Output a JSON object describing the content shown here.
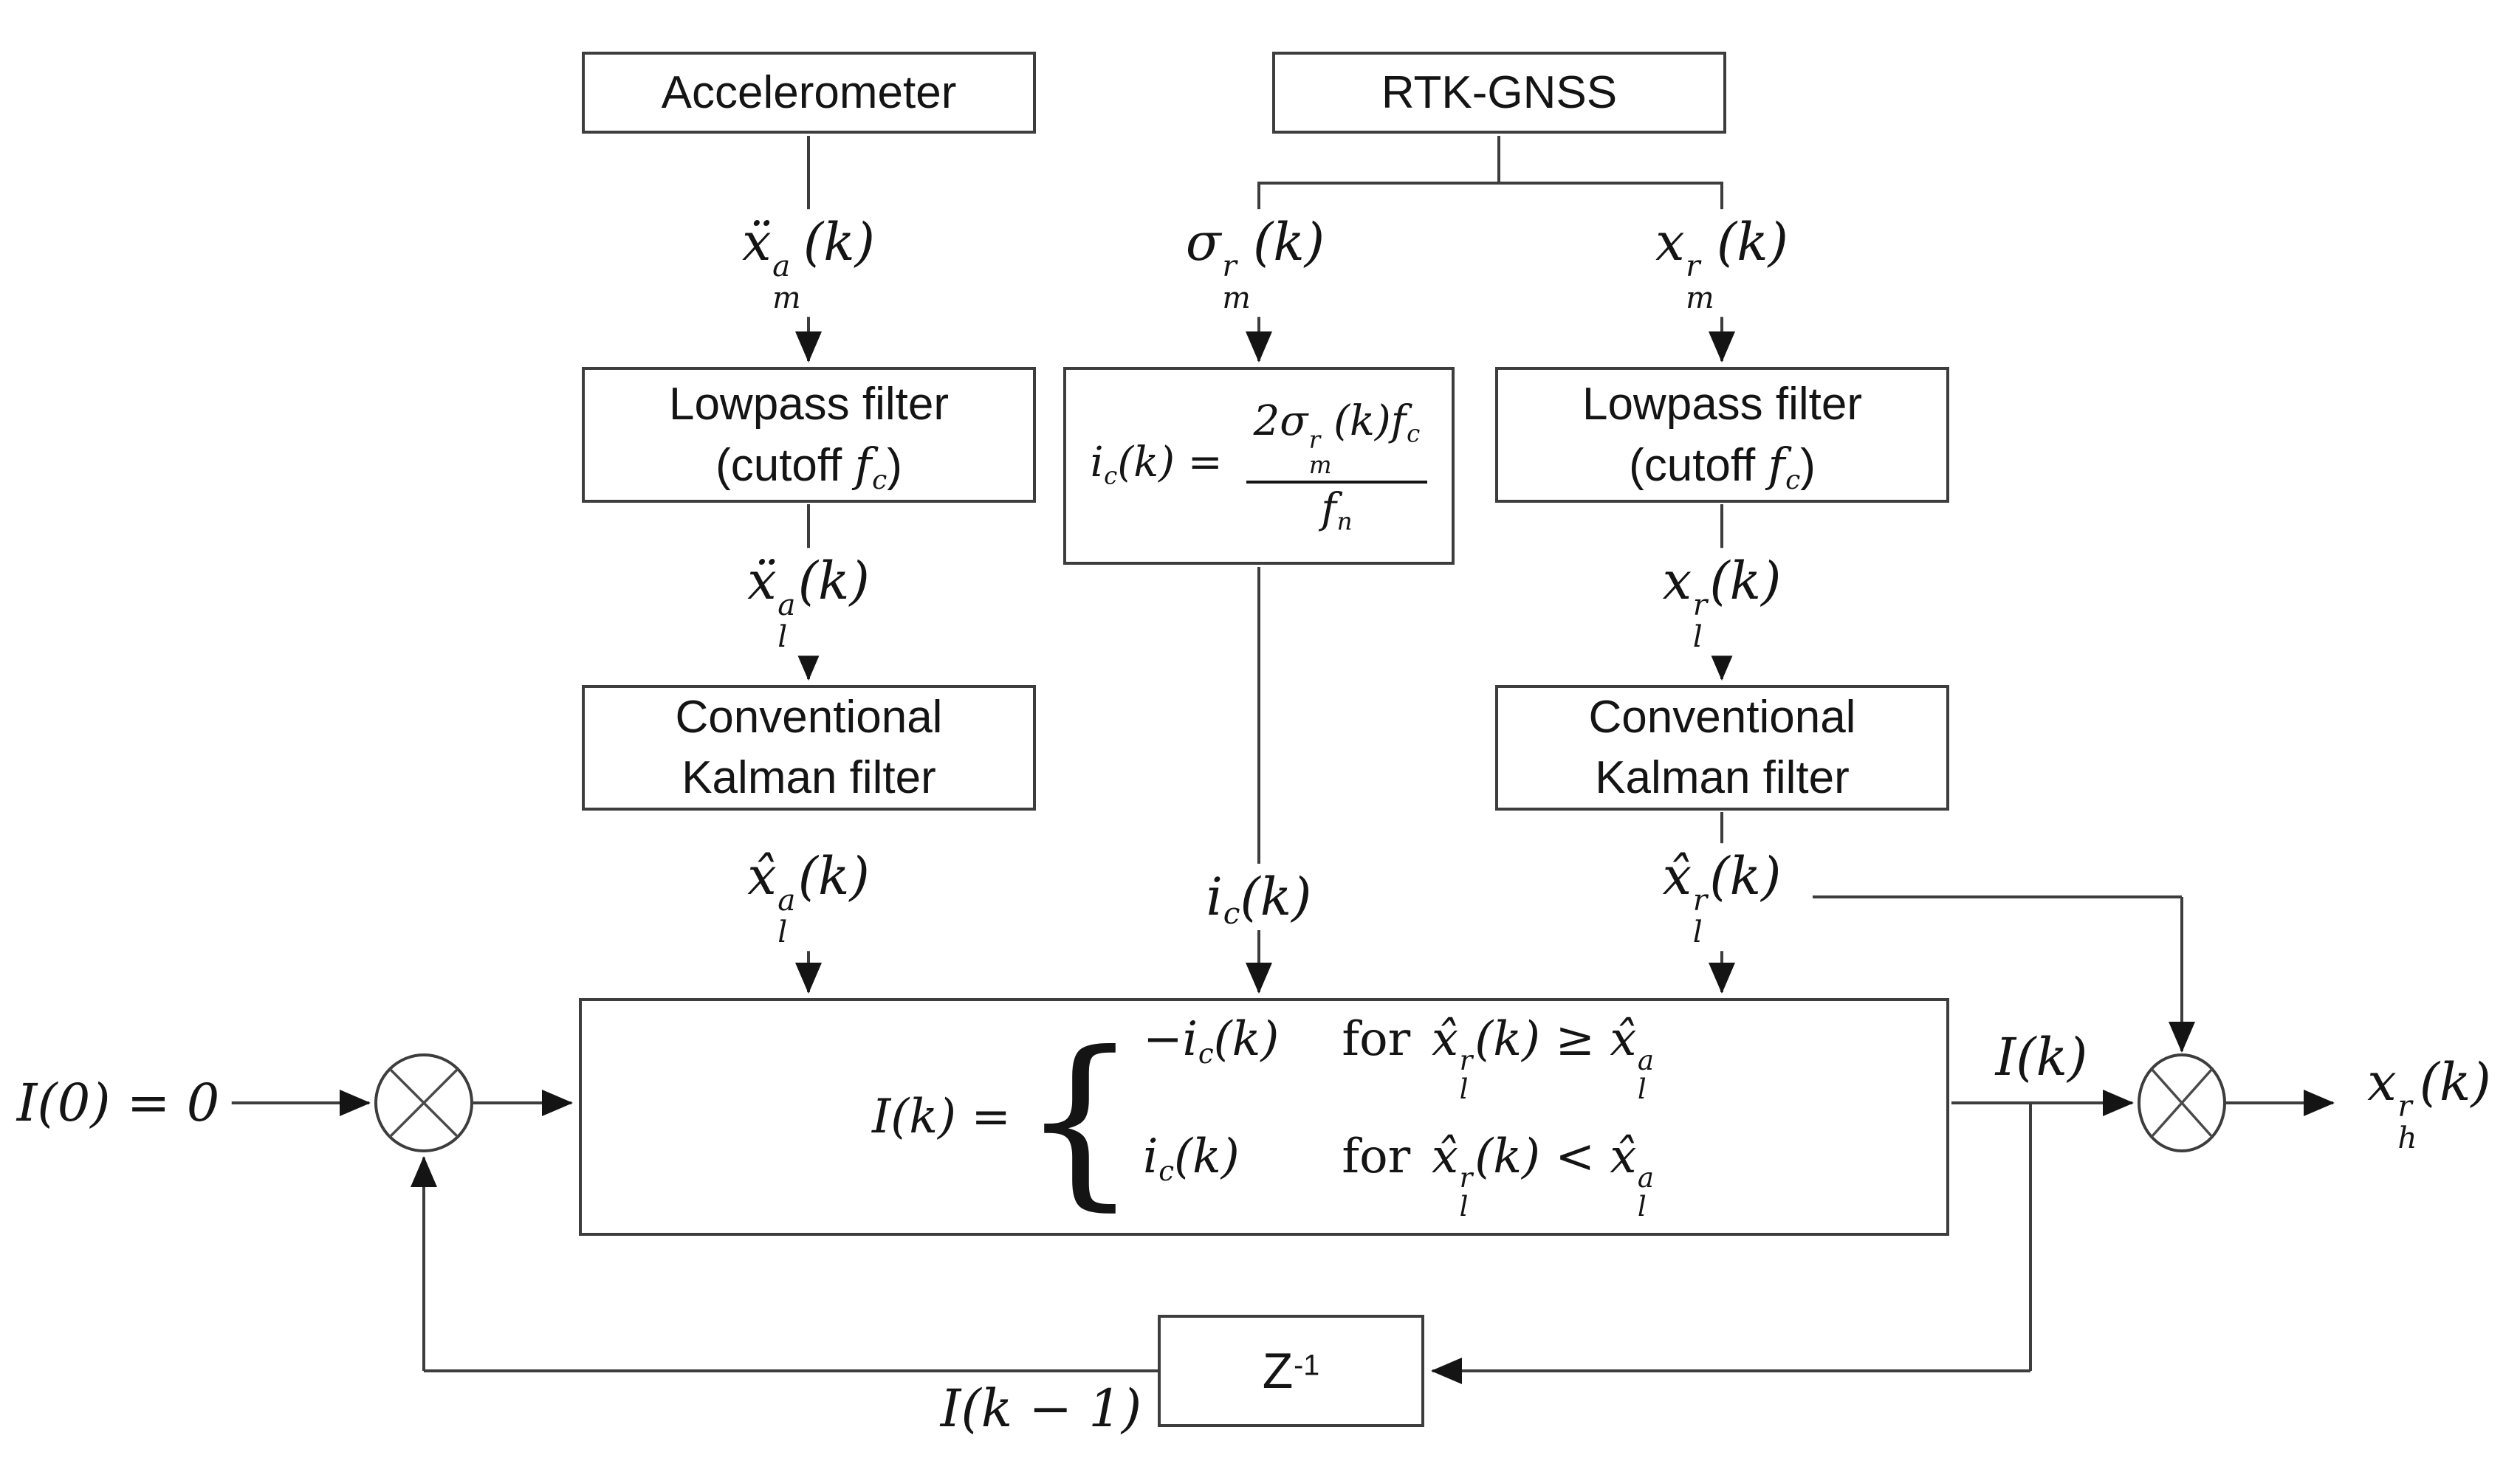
{
  "colors": {
    "line": "#3d3d3d",
    "border": "#3d3d3d",
    "text": "#141414",
    "background": "#ffffff"
  },
  "boxes": {
    "accelerometer": {
      "label": "Accelerometer"
    },
    "rtk_gnss": {
      "label": "RTK-GNSS"
    },
    "lowpass_left": {
      "line1": "Lowpass filter",
      "line2_math": [
        {
          "s": "(cutoff "
        },
        {
          "v": "f"
        },
        {
          "sub": "c"
        },
        {
          "s": ")"
        }
      ]
    },
    "lowpass_right": {
      "line1": "Lowpass filter",
      "line2_math": [
        {
          "s": "(cutoff "
        },
        {
          "v": "f"
        },
        {
          "sub": "c"
        },
        {
          "s": ")"
        }
      ]
    },
    "kalman_left": {
      "line1": "Conventional",
      "line2": "Kalman filter"
    },
    "kalman_right": {
      "line1": "Conventional",
      "line2": "Kalman filter"
    },
    "ic_formula": [
      {
        "v": "i"
      },
      {
        "sub": "c"
      },
      {
        "v": "(k) = "
      },
      {
        "frac": {
          "num": [
            {
              "v": "2σ"
            },
            {
              "ss": [
                "r",
                "m"
              ]
            },
            {
              "v": "(k)f"
            },
            {
              "sub": "c"
            }
          ],
          "den": [
            {
              "v": "f"
            },
            {
              "sub": "n"
            }
          ]
        }
      }
    ],
    "unit_delay": [
      {
        "s": "Z"
      },
      {
        "sup": "-1",
        "f": "s"
      }
    ],
    "decision": {
      "lhs": [
        {
          "v": "I(k) ="
        }
      ],
      "brace": "{",
      "row1_value": [
        {
          "v": "−i"
        },
        {
          "sub": "c"
        },
        {
          "v": "(k)"
        }
      ],
      "row1_cond": [
        {
          "r": "for"
        },
        {
          "sp": 0.45
        },
        {
          "v": "x̂"
        },
        {
          "ss": [
            "r",
            "l"
          ]
        },
        {
          "v": "(k) ≥ x̂"
        },
        {
          "ss": [
            "a",
            "l"
          ]
        }
      ],
      "row2_value": [
        {
          "v": "i"
        },
        {
          "sub": "c"
        },
        {
          "v": "(k)"
        }
      ],
      "row2_cond": [
        {
          "r": "for"
        },
        {
          "sp": 0.45
        },
        {
          "v": "x̂"
        },
        {
          "ss": [
            "r",
            "l"
          ]
        },
        {
          "v": "(k) < x̂"
        },
        {
          "ss": [
            "a",
            "l"
          ]
        }
      ]
    }
  },
  "labels": {
    "accel_measured": [
      {
        "v": "ẍ"
      },
      {
        "ss": [
          "a",
          "m"
        ]
      },
      {
        "v": "(k)"
      }
    ],
    "gnss_sigma": [
      {
        "v": "σ"
      },
      {
        "ss": [
          "r",
          "m"
        ]
      },
      {
        "v": "(k)"
      }
    ],
    "gnss_position": [
      {
        "v": "x"
      },
      {
        "ss": [
          "r",
          "m"
        ]
      },
      {
        "v": "(k)"
      }
    ],
    "accel_lowpassed": [
      {
        "v": "ẍ"
      },
      {
        "ss": [
          "a",
          "l"
        ]
      },
      {
        "v": "(k)"
      }
    ],
    "position_lowpassed": [
      {
        "v": "x"
      },
      {
        "ss": [
          "r",
          "l"
        ]
      },
      {
        "v": "(k)"
      }
    ],
    "accel_estimate": [
      {
        "v": "x̂"
      },
      {
        "ss": [
          "a",
          "l"
        ]
      },
      {
        "v": "(k)"
      }
    ],
    "increment": [
      {
        "v": "i"
      },
      {
        "sub": "c"
      },
      {
        "v": "(k)"
      }
    ],
    "position_estimate": [
      {
        "v": "x̂"
      },
      {
        "ss": [
          "r",
          "l"
        ]
      },
      {
        "v": "(k)"
      }
    ],
    "initial_condition": [
      {
        "v": "I(0) = 0"
      }
    ],
    "integral_output": [
      {
        "v": "I(k)"
      }
    ],
    "system_output": [
      {
        "v": "x"
      },
      {
        "ss": [
          "r",
          "h"
        ]
      },
      {
        "v": "(k)"
      }
    ],
    "integral_previous": [
      {
        "v": "I(k − 1)"
      }
    ]
  }
}
